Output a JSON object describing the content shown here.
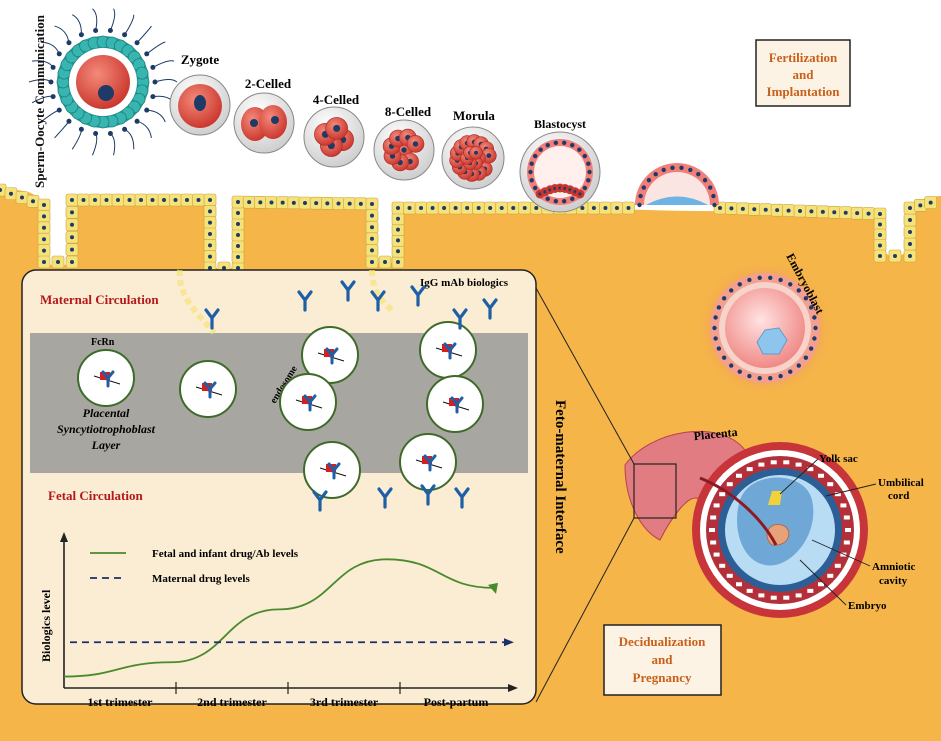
{
  "colors": {
    "tissue": "#f5b548",
    "cell_fill": "#f6e27a",
    "cell_border": "#c9a23a",
    "nucleus": "#1d3b66",
    "maternal_text": "#b3191b",
    "fetal_text": "#b3191b",
    "box_text": "#c8601b",
    "panel_fill": "#fbedd3",
    "grey_layer": "#a8a6a0",
    "antibody": "#1e5fa6",
    "fcrn": "#d42020",
    "fetal_curve": "#4a8a2c",
    "maternal_line": "#1b2f6b"
  },
  "labels": {
    "sperm_oocyte": "Sperm-Oocyte Communication",
    "zygote": "Zygote",
    "two_celled": "2-Celled",
    "four_celled": "4-Celled",
    "eight_celled": "8-Celled",
    "morula": "Morula",
    "blastocyst": "Blastocyst",
    "embryoblast": "Embryoblast",
    "placenta": "Placenta",
    "yolk_sac": "Yolk sac",
    "umbilical_cord_1": "Umbilical",
    "umbilical_cord_2": "cord",
    "amniotic_cavity_1": "Amniotic",
    "amniotic_cavity_2": "cavity",
    "embryo": "Embryo",
    "feto_maternal": "Feto-maternal Interface",
    "fertilization_box": [
      "Fertilization",
      "and",
      "Implantation"
    ],
    "decidualization_box": [
      "Decidualization",
      "and",
      "Pregnancy"
    ]
  },
  "panel": {
    "maternal_circulation": "Maternal Circulation",
    "fetal_circulation": "Fetal Circulation",
    "igg": "IgG mAb biologics",
    "fcrn": "FcRn",
    "endosome": "endosome",
    "layer_name": [
      "Placental",
      "Syncytiotrophoblast",
      "Layer"
    ]
  },
  "chart_data": {
    "type": "line",
    "ylabel": "Biologics level",
    "categories": [
      "1st trimester",
      "2nd trimester",
      "3rd trimester",
      "Post-partum"
    ],
    "series": [
      {
        "name": "Fetal and infant drug/Ab levels",
        "style": "solid",
        "values": [
          0.08,
          0.18,
          0.55,
          0.9,
          0.7
        ]
      },
      {
        "name": "Maternal drug levels",
        "style": "dashed",
        "values": [
          0.32,
          0.32,
          0.32,
          0.32,
          0.32
        ]
      }
    ]
  }
}
